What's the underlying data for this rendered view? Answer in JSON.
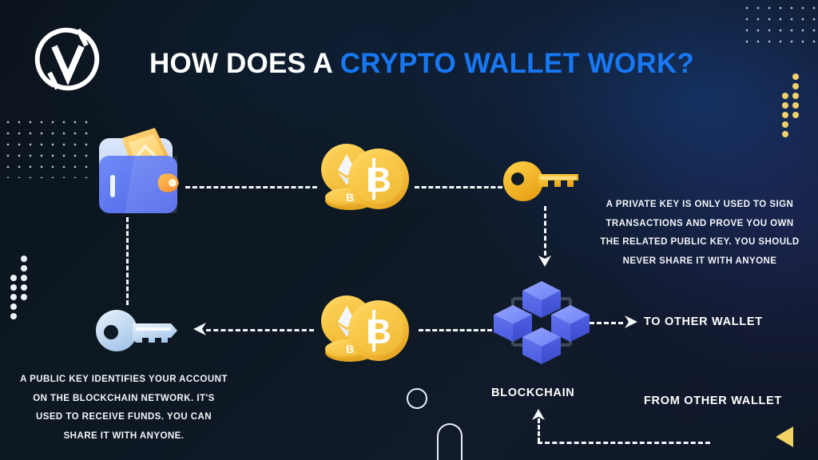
{
  "meta": {
    "background_color": "#0c1620",
    "accent_blue": "#1877F2",
    "gold": "#f0c419",
    "cube_blue": "#5b6df0",
    "key_blue": "#cfe2f7"
  },
  "header": {
    "logo_name": "vaultix-v-logo",
    "title_white": "HOW DOES A ",
    "title_blue": "CRYPTO WALLET WORK?"
  },
  "nodes": {
    "wallet": "crypto-wallet",
    "coins_top": "crypto-coins-eth-btc",
    "coins_bottom": "crypto-coins-eth-btc",
    "private_key": "private-key-gold",
    "public_key": "public-key-blue",
    "blockchain": "blockchain-cubes"
  },
  "texts": {
    "private_key_desc": "A PRIVATE KEY IS ONLY USED TO SIGN TRANSACTIONS AND PROVE YOU OWN THE RELATED PUBLIC KEY. YOU SHOULD NEVER SHARE IT WITH ANYONE",
    "private_key_lines": [
      "A PRIVATE KEY IS ONLY USED TO SIGN",
      "TRANSACTIONS AND PROVE YOU OWN",
      "THE RELATED PUBLIC KEY. YOU SHOULD",
      "NEVER SHARE IT WITH ANYONE"
    ],
    "public_key_desc": "A PUBLIC KEY IDENTIFIES YOUR ACCOUNT ON THE BLOCKCHAIN NETWORK. IT'S USED TO RECEIVE FUNDS. YOU CAN SHARE IT WITH ANYONE.",
    "public_key_lines": [
      "A PUBLIC KEY IDENTIFIES YOUR ACCOUNT",
      "ON THE BLOCKCHAIN NETWORK. IT'S",
      "USED TO RECEIVE FUNDS. YOU CAN",
      "SHARE IT WITH ANYONE."
    ],
    "blockchain_label": "BLOCKCHAIN",
    "to_other_wallet": "TO OTHER WALLET",
    "from_other_wallet": "FROM OTHER WALLET"
  },
  "coin_symbols": {
    "ethereum": "ETH",
    "bitcoin": "B"
  }
}
